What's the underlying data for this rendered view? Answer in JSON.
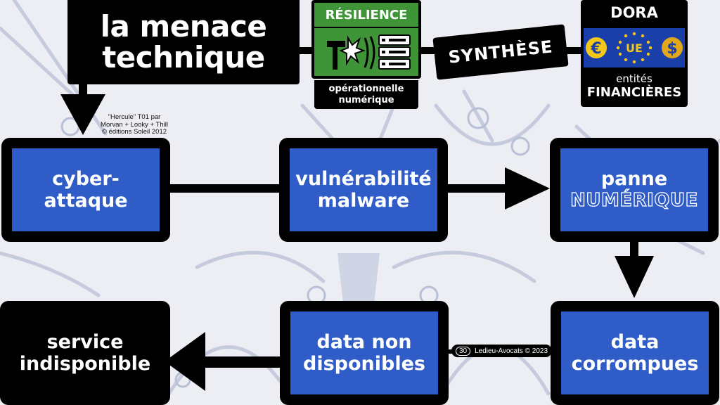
{
  "title": {
    "line1": "la menace",
    "line2": "technique"
  },
  "credit": {
    "line1": "\"Hercule\" T01 par",
    "line2": "Morvan + Looky + Thill",
    "line3": "© éditions Soleil 2012"
  },
  "resilience": {
    "label": "RÉSILIENCE",
    "sub_line1": "opérationnelle",
    "sub_line2": "numérique"
  },
  "synthese": {
    "label": "SYNTHÈSE"
  },
  "dora": {
    "title": "DORA",
    "flag_left": "€",
    "flag_center": "UE",
    "flag_right": "$",
    "sub_line1": "entités",
    "sub_line2": "FINANCIÈRES"
  },
  "nodes": {
    "cyberattaque": {
      "line1": "cyber-",
      "line2": "attaque"
    },
    "vulnerabilite": {
      "line1": "vulnérabilité",
      "line2": "malware"
    },
    "panne": {
      "line1": "panne",
      "line2": "NUMÉRIQUE"
    },
    "data_corrompues": {
      "line1": "data",
      "line2": "corrompues"
    },
    "data_non_disponibles": {
      "line1": "data non",
      "line2": "disponibles"
    },
    "service_indisponible": {
      "line1": "service",
      "line2": "indisponible"
    }
  },
  "footer": {
    "page": "30",
    "text": "Ledieu-Avocats  ©  2023"
  },
  "colors": {
    "accent_blue": "#2f5cc6",
    "green": "#3f9438",
    "eu_blue": "#1a3fa8",
    "eu_gold": "#f4c81a",
    "dollar_gold": "#e2a81a"
  }
}
